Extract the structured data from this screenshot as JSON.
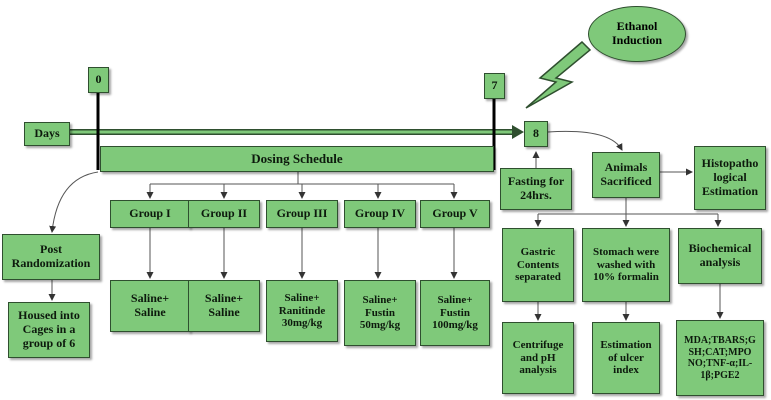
{
  "colors": {
    "box_fill": "#7fc97a",
    "box_border": "#2f4f2f",
    "line": "#333333",
    "timeline": "#000000"
  },
  "timeline": {
    "days_label": "Days",
    "day0": "0",
    "day7": "7",
    "day8": "8"
  },
  "ethanol": {
    "label": "Ethanol\nInduction"
  },
  "dosing": {
    "label": "Dosing Schedule"
  },
  "groups": [
    {
      "name": "Group I",
      "treatment": "Saline+\nSaline"
    },
    {
      "name": "Group II",
      "treatment": "Saline+\nSaline"
    },
    {
      "name": "Group III",
      "treatment": "Saline+\nRanitinde\n30mg/kg"
    },
    {
      "name": "Group IV",
      "treatment": "Saline+\nFustin\n50mg/kg"
    },
    {
      "name": "Group V",
      "treatment": "Saline+\nFustin\n100mg/kg"
    }
  ],
  "left": {
    "post_randomization": "Post\nRandomization",
    "housed": "Housed into\nCages in a\ngroup of 6"
  },
  "right": {
    "fasting": "Fasting for\n24hrs.",
    "animals_sacrificed": "Animals\nSacrificed",
    "histopathology": "Histopatho\nlogical\nEstimation",
    "gastric_contents": "Gastric\nContents\nseparated",
    "stomach_washed": "Stomach were\nwashed with\n10% formalin",
    "biochemical": "Biochemical\nanalysis",
    "centrifuge": "Centrifuge\nand pH\nanalysis",
    "ulcer_index": "Estimation\nof ulcer\nindex",
    "markers": "MDA;TBARS;G\nSH;CAT;MPO\nNO;TNF-α;IL-\n1β;PGE2"
  }
}
